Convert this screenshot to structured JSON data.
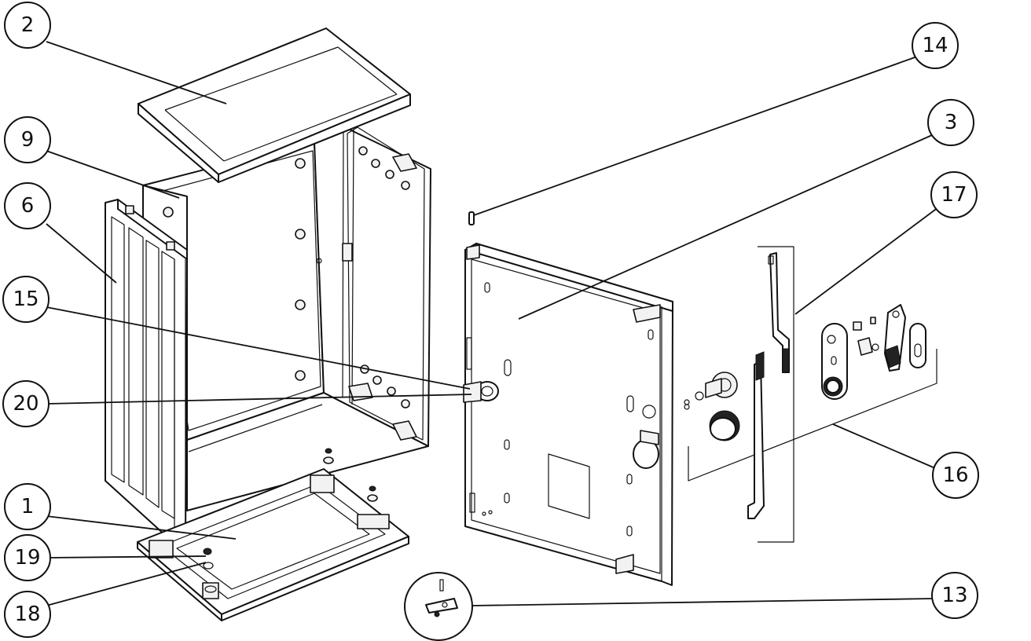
{
  "callouts": [
    {
      "id": "c2",
      "label": "2"
    },
    {
      "id": "c9",
      "label": "9"
    },
    {
      "id": "c6",
      "label": "6"
    },
    {
      "id": "c15",
      "label": "15"
    },
    {
      "id": "c20",
      "label": "20"
    },
    {
      "id": "c1",
      "label": "1"
    },
    {
      "id": "c19",
      "label": "19"
    },
    {
      "id": "c18",
      "label": "18"
    },
    {
      "id": "c14",
      "label": "14"
    },
    {
      "id": "c3",
      "label": "3"
    },
    {
      "id": "c17",
      "label": "17"
    },
    {
      "id": "c16",
      "label": "16"
    },
    {
      "id": "c13",
      "label": "13"
    }
  ]
}
